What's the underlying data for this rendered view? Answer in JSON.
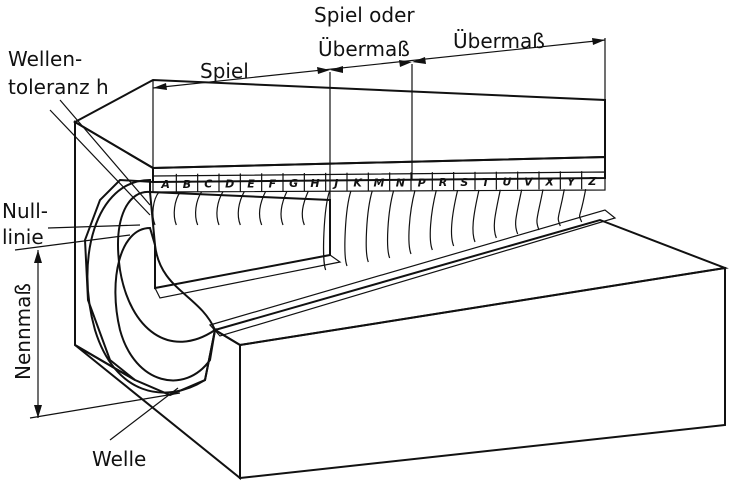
{
  "labels": {
    "spiel": "Spiel",
    "spiel_oder": "Spiel oder",
    "uebermass_small": "Übermaß",
    "uebermass": "Übermaß",
    "wellen_1": "Wellen-",
    "wellen_2": "toleranz h",
    "null_1": "Null-",
    "null_2": "linie",
    "nennmass": "Nennmaß",
    "welle": "Welle"
  },
  "tolerance_letters": [
    "A",
    "B",
    "C",
    "D",
    "E",
    "F",
    "G",
    "H",
    "J",
    "K",
    "M",
    "N",
    "P",
    "R",
    "S",
    "T",
    "U",
    "V",
    "X",
    "Y",
    "Z"
  ],
  "colors": {
    "ink": "#111111",
    "paper": "#ffffff",
    "dots": "#555555"
  }
}
